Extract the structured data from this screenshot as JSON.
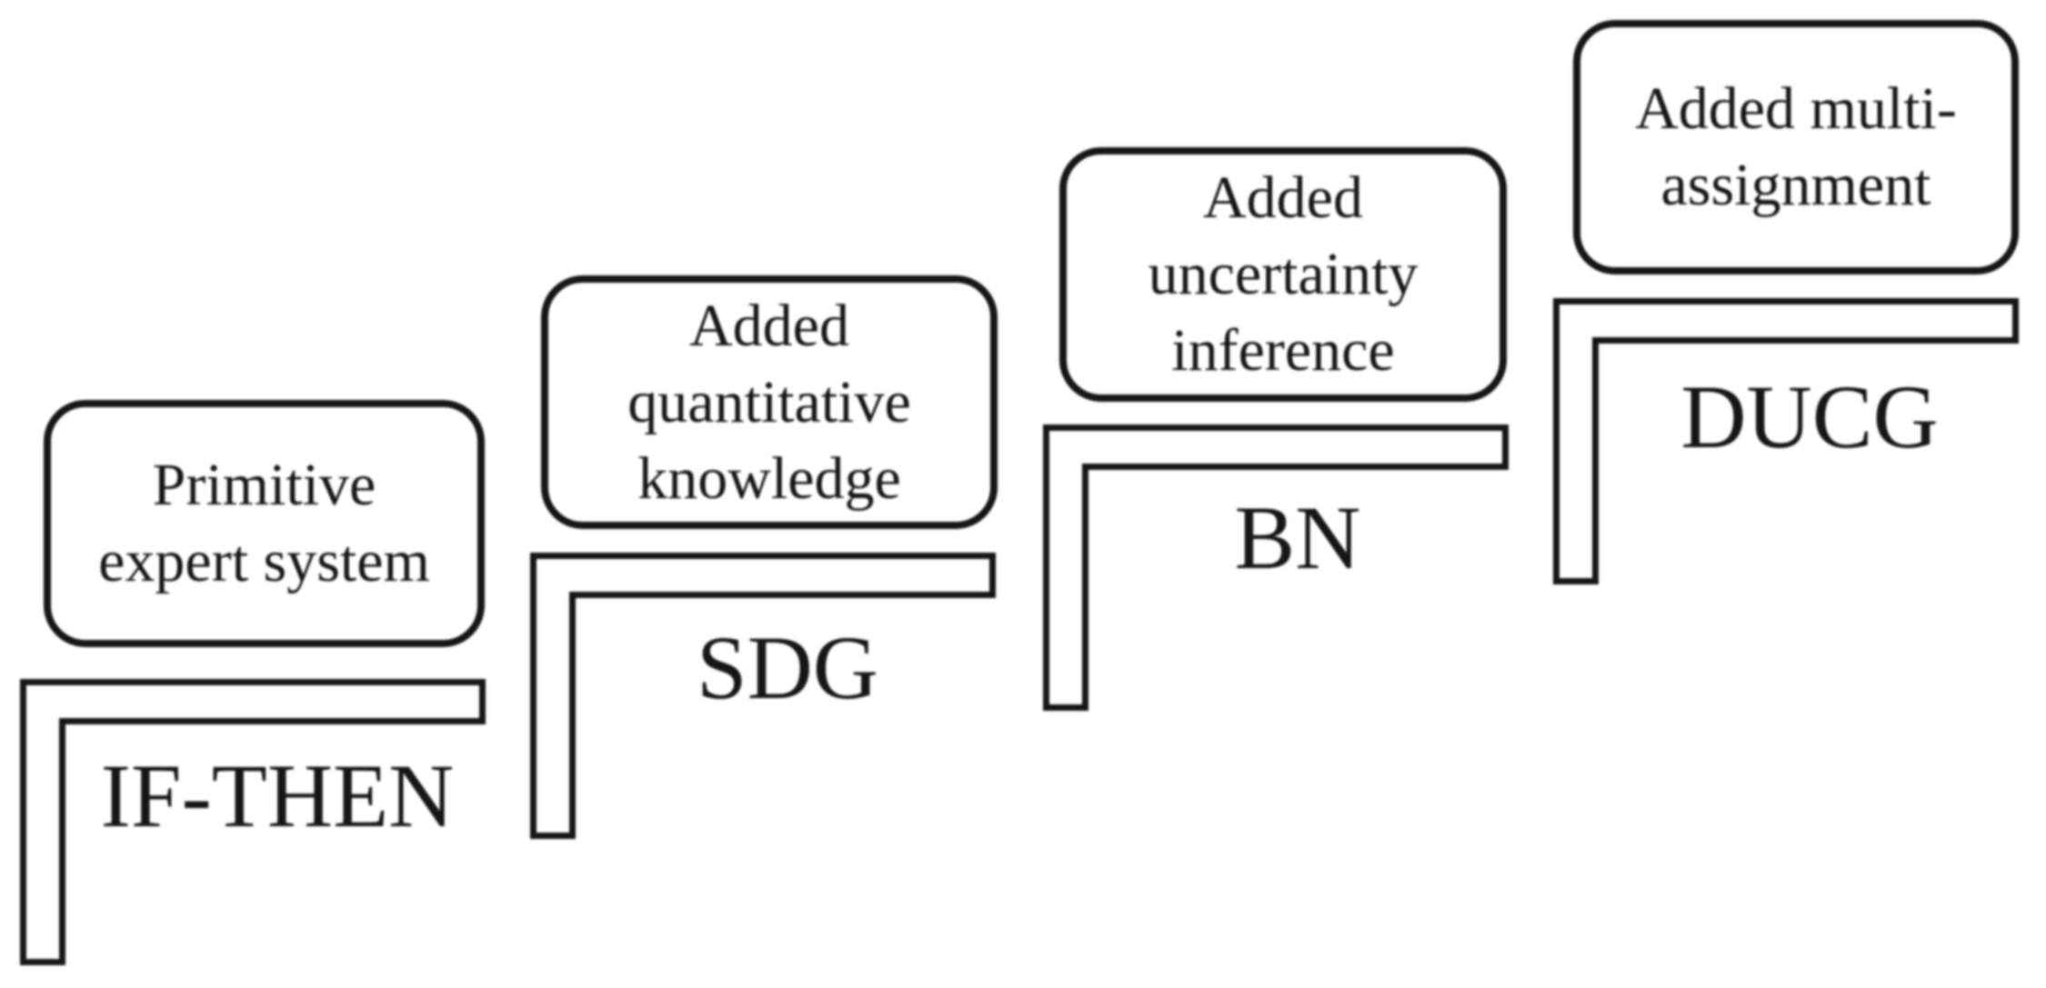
{
  "diagram": {
    "type": "staircase-evolution-diagram",
    "steps": [
      {
        "box_label": "Primitive\nexpert system",
        "step_label": "IF-THEN"
      },
      {
        "box_label": "Added\nquantitative\nknowledge",
        "step_label": "SDG"
      },
      {
        "box_label": "Added\nuncertainty\ninference",
        "step_label": "BN"
      },
      {
        "box_label": "Added multi-\nassignment",
        "step_label": "DUCG"
      }
    ],
    "shapes": {
      "box": "rounded-rectangle",
      "bracket": "l-shaped-step-bracket"
    },
    "colors": {
      "line": "#161616",
      "text": "#161616",
      "background": "#ffffff"
    }
  }
}
